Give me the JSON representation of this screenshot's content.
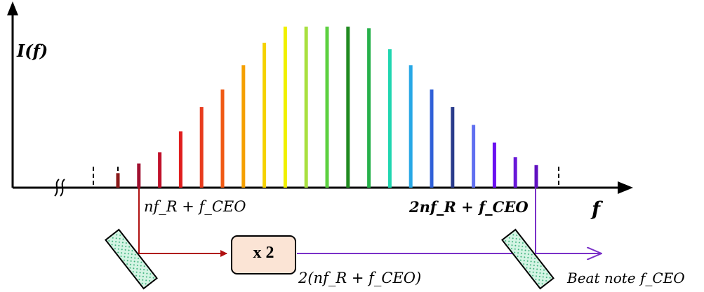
{
  "labels": {
    "y_axis": "I(f)",
    "x_axis": "f",
    "n_line": "nf_R + f_CEO",
    "two_n_line": "2nf_R + f_CEO",
    "doubler": "x 2",
    "doubled_output": "2(nf_R + f_CEO)",
    "beat_note": "Beat note f_CEO"
  },
  "comb_lines": [
    {
      "height": 0.09,
      "color": "#8b1a1a"
    },
    {
      "height": 0.15,
      "color": "#a01030"
    },
    {
      "height": 0.22,
      "color": "#c0102a"
    },
    {
      "height": 0.35,
      "color": "#e01e1e"
    },
    {
      "height": 0.5,
      "color": "#e83c1e"
    },
    {
      "height": 0.61,
      "color": "#f05a14"
    },
    {
      "height": 0.76,
      "color": "#f5a000"
    },
    {
      "height": 0.9,
      "color": "#f5d200"
    },
    {
      "height": 1.0,
      "color": "#f0f000"
    },
    {
      "height": 1.0,
      "color": "#a8e040"
    },
    {
      "height": 1.0,
      "color": "#5cd040"
    },
    {
      "height": 1.0,
      "color": "#1f8a1f"
    },
    {
      "height": 0.99,
      "color": "#26b04a"
    },
    {
      "height": 0.86,
      "color": "#20d6b0"
    },
    {
      "height": 0.76,
      "color": "#28a8e6"
    },
    {
      "height": 0.61,
      "color": "#3060d8"
    },
    {
      "height": 0.5,
      "color": "#2a3c8c"
    },
    {
      "height": 0.39,
      "color": "#6070f0"
    },
    {
      "height": 0.28,
      "color": "#6a10f0"
    },
    {
      "height": 0.19,
      "color": "#6818d8"
    },
    {
      "height": 0.14,
      "color": "#6010c0"
    }
  ],
  "colors": {
    "axis": "#000000",
    "red_path": "#b01010",
    "violet_path": "#7a30c8",
    "doubler_fill": "#fbe4d5",
    "splitter_fill": "#d4f4e4",
    "splitter_dots": "#38b078"
  }
}
